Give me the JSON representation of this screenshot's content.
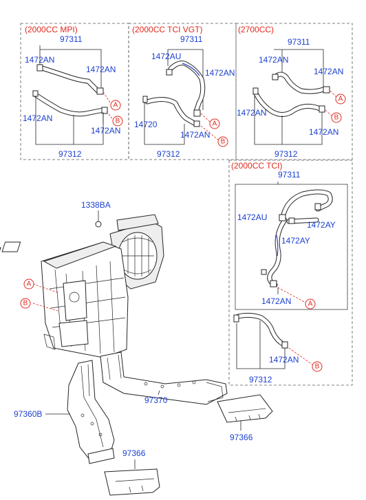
{
  "sections": {
    "mpi": {
      "header": "(2000CC MPI)",
      "top": "97311",
      "l1": "1472AN",
      "r1": "1472AN",
      "l2": "1472AN",
      "r2": "1472AN",
      "bottom": "97312",
      "refA": "A",
      "refB": "B"
    },
    "tci_vgt": {
      "header": "(2000CC TCI VGT)",
      "top": "97311",
      "l1": "1472AU",
      "r1": "1472AN",
      "l2": "14720",
      "r2": "1472AN",
      "bottom": "97312",
      "refA": "A",
      "refB": "B"
    },
    "v6": {
      "header": "(2700CC)",
      "top": "97311",
      "l1": "1472AN",
      "r1": "1472AN",
      "l2": "1472AN",
      "r2": "1472AN",
      "bottom": "97312",
      "refA": "A",
      "refB": "B"
    },
    "tci": {
      "header": "(2000CC TCI)",
      "top": "97311",
      "l1": "1472AU",
      "r1": "1472AY",
      "m1": "1472AY",
      "c1": "1472AN",
      "r2": "1472AN",
      "bottom": "97312",
      "refA": "A",
      "refB": "B"
    }
  },
  "main": {
    "screw": "1338BA",
    "refA": "A",
    "refB": "B",
    "duct_upper": "97370",
    "duct_left": "97360B",
    "pad_right": "97366",
    "pad_bottom": "97366"
  },
  "colors": {
    "part_number": "#1a3fd0",
    "header": "#e0281e",
    "reference": "#e0281e"
  }
}
